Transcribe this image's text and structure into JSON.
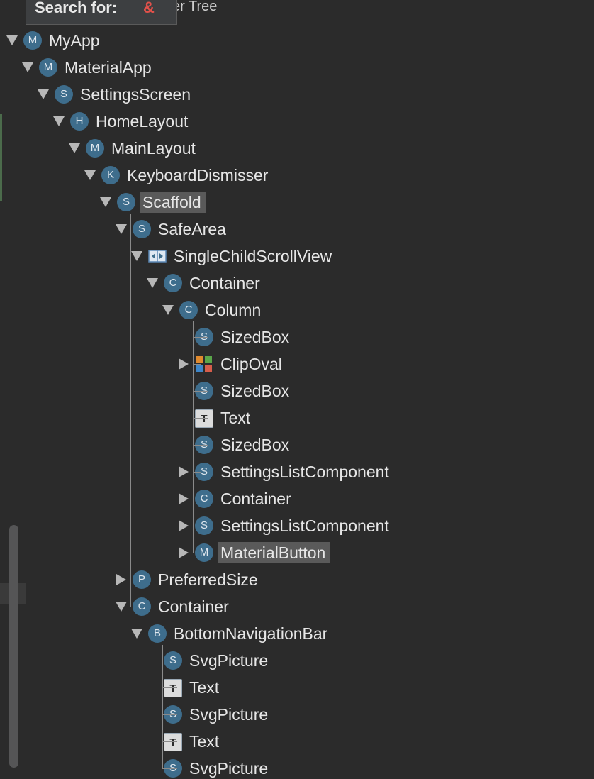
{
  "header": {
    "search_label": "Search for:",
    "search_value": "&",
    "title_fragment": "er Tree"
  },
  "tree": [
    {
      "label": "MyApp",
      "letter": "M",
      "icon": "circle",
      "toggle": "expanded",
      "depth": 0
    },
    {
      "label": "MaterialApp",
      "letter": "M",
      "icon": "circle",
      "toggle": "expanded",
      "depth": 1
    },
    {
      "label": "SettingsScreen",
      "letter": "S",
      "icon": "circle",
      "toggle": "expanded",
      "depth": 2
    },
    {
      "label": "HomeLayout",
      "letter": "H",
      "icon": "circle",
      "toggle": "expanded",
      "depth": 3
    },
    {
      "label": "MainLayout",
      "letter": "M",
      "icon": "circle",
      "toggle": "expanded",
      "depth": 4
    },
    {
      "label": "KeyboardDismisser",
      "letter": "K",
      "icon": "circle",
      "toggle": "expanded",
      "depth": 5
    },
    {
      "label": "Scaffold",
      "letter": "S",
      "icon": "circle",
      "toggle": "expanded",
      "depth": 6,
      "selected": true
    },
    {
      "label": "SafeArea",
      "letter": "S",
      "icon": "circle",
      "toggle": "expanded",
      "depth": 7
    },
    {
      "label": "SingleChildScrollView",
      "letter": "",
      "icon": "scroll",
      "toggle": "expanded",
      "depth": 8
    },
    {
      "label": "Container",
      "letter": "C",
      "icon": "circle",
      "toggle": "expanded",
      "depth": 9
    },
    {
      "label": "Column",
      "letter": "C",
      "icon": "circle",
      "toggle": "expanded",
      "depth": 10
    },
    {
      "label": "SizedBox",
      "letter": "S",
      "icon": "circle",
      "toggle": "none",
      "depth": 11
    },
    {
      "label": "ClipOval",
      "letter": "",
      "icon": "grid",
      "toggle": "collapsed",
      "depth": 11
    },
    {
      "label": "SizedBox",
      "letter": "S",
      "icon": "circle",
      "toggle": "none",
      "depth": 11
    },
    {
      "label": "Text",
      "letter": "T",
      "icon": "text",
      "toggle": "none",
      "depth": 11
    },
    {
      "label": "SizedBox",
      "letter": "S",
      "icon": "circle",
      "toggle": "none",
      "depth": 11
    },
    {
      "label": "SettingsListComponent",
      "letter": "S",
      "icon": "circle",
      "toggle": "collapsed",
      "depth": 11
    },
    {
      "label": "Container",
      "letter": "C",
      "icon": "circle",
      "toggle": "collapsed",
      "depth": 11
    },
    {
      "label": "SettingsListComponent",
      "letter": "S",
      "icon": "circle",
      "toggle": "collapsed",
      "depth": 11
    },
    {
      "label": "MaterialButton",
      "letter": "M",
      "icon": "circle",
      "toggle": "collapsed",
      "depth": 11,
      "selected": true
    },
    {
      "label": "PreferredSize",
      "letter": "P",
      "icon": "circle",
      "toggle": "collapsed",
      "depth": 7
    },
    {
      "label": "Container",
      "letter": "C",
      "icon": "circle",
      "toggle": "expanded",
      "depth": 7
    },
    {
      "label": "BottomNavigationBar",
      "letter": "B",
      "icon": "circle",
      "toggle": "expanded",
      "depth": 8
    },
    {
      "label": "SvgPicture",
      "letter": "S",
      "icon": "circle",
      "toggle": "none",
      "depth": 9
    },
    {
      "label": "Text",
      "letter": "T",
      "icon": "text",
      "toggle": "none",
      "depth": 9
    },
    {
      "label": "SvgPicture",
      "letter": "S",
      "icon": "circle",
      "toggle": "none",
      "depth": 9
    },
    {
      "label": "Text",
      "letter": "T",
      "icon": "text",
      "toggle": "none",
      "depth": 9
    },
    {
      "label": "SvgPicture",
      "letter": "S",
      "icon": "circle",
      "toggle": "none",
      "depth": 9
    }
  ],
  "colors": {
    "background": "#2b2b2b",
    "icon_circle": "#3e6d8c",
    "selection": "#5a5a5a",
    "search_value": "#e2514a"
  }
}
